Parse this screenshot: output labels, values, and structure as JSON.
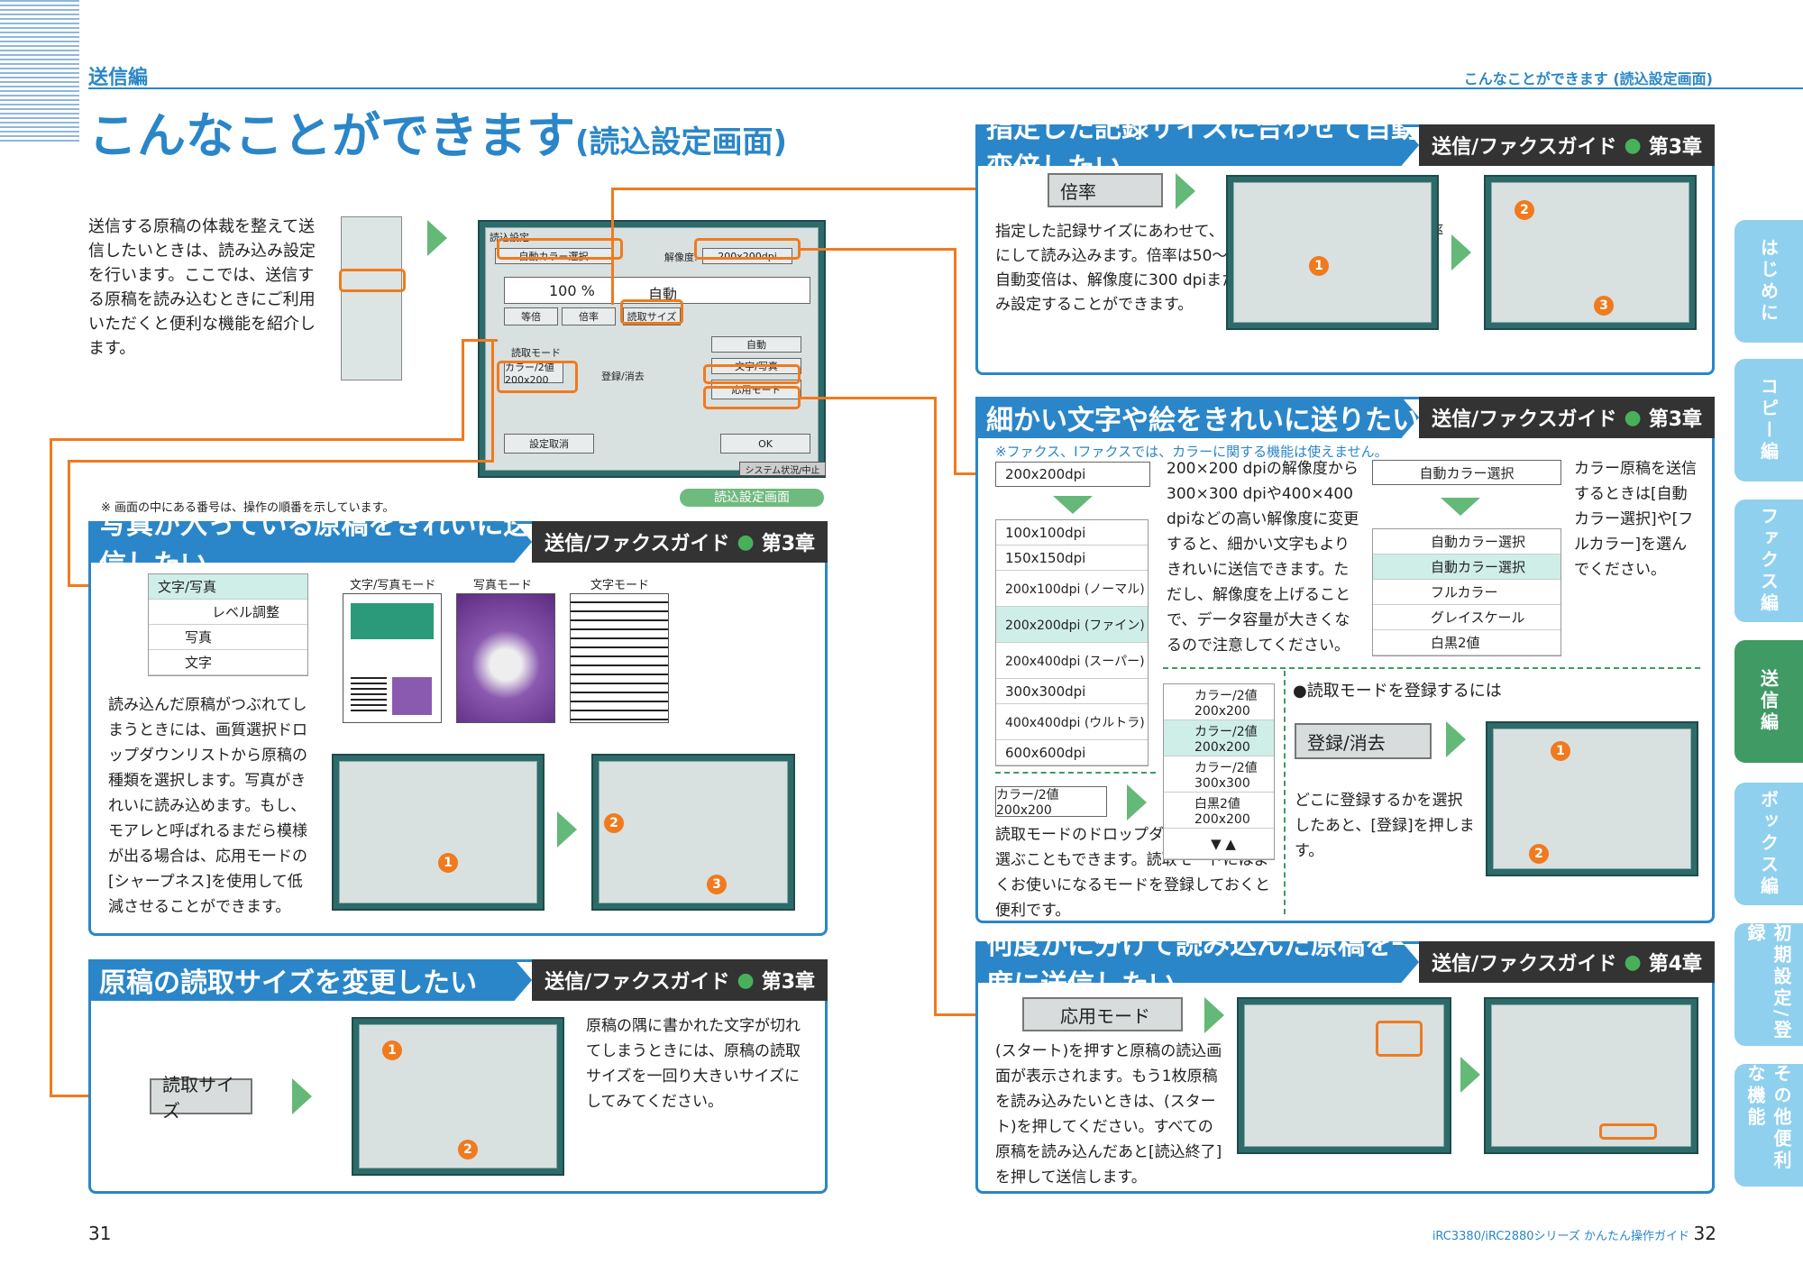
{
  "header": {
    "section": "送信編",
    "title_main": "こんなことができます",
    "title_sub": "(読込設定画面)",
    "right_header": "こんなことができます (読込設定画面)"
  },
  "intro": {
    "text": "送信する原稿の体裁を整えて送信したいときは、読み込み設定を行います。ここでは、送信する原稿を読み込むときにご利用いただくと便利な機能を紹介します。"
  },
  "main_screen": {
    "title": "読込設定",
    "color_select": "自動カラー選択",
    "resolution_label": "解像度:",
    "resolution": "200x200dpi",
    "ratio_label": "倍率",
    "size_label": "読取サイズ",
    "ratio_value": "100 %",
    "size_value": "自動",
    "btn_same": "等倍",
    "btn_ratio": "倍率",
    "btn_size": "読取サイズ",
    "mode_label": "読取モード",
    "mode_value": "カラー/2値 200x200",
    "register": "登録/消去",
    "auto": "自動",
    "text_photo": "文字/写真",
    "app_mode": "応用モード",
    "cancel": "設定取消",
    "ok": "OK",
    "status": "システム状況/中止",
    "caption": "読込設定画面"
  },
  "note": "※ 画面の中にある番号は、操作の順番を示しています。",
  "sec_photo": {
    "title": "写真が入っている原稿をきれいに送信したい",
    "guide": "送信/ファクスガイド",
    "chapter": "第3章",
    "dropdown": [
      "文字/写真",
      "レベル調整",
      "写真",
      "文字"
    ],
    "modes": [
      "文字/写真モード",
      "写真モード",
      "文字モード"
    ],
    "text": "読み込んだ原稿がつぶれてしまうときには、画質選択ドロップダウンリストから原稿の種類を選択します。写真がきれいに読み込めます。もし、モアレと呼ばれるまだら模様が出る場合は、応用モードの[シャープネス]を使用して低減させることができます。"
  },
  "sec_size": {
    "title": "原稿の読取サイズを変更したい",
    "guide": "送信/ファクスガイド",
    "chapter": "第3章",
    "button": "読取サイズ",
    "text": "原稿の隅に書かれた文字が切れてしまうときには、原稿の読取サイズを一回り大きいサイズにしてみてください。"
  },
  "sec_ratio": {
    "title": "指定した記録サイズに合わせて自動変倍したい",
    "guide": "送信/ファクスガイド",
    "chapter": "第3章",
    "button": "倍率",
    "text": "指定した記録サイズにあわせて、自動的に原稿のタテ/ヨコを倍率にして読み込みます。倍率は50〜200%の範囲で設定されます。自動変倍は、解像度に300 dpiまたは600 dpiを選択した場合のみ設定することができます。"
  },
  "sec_fine": {
    "title": "細かい文字や絵をきれいに送りたい",
    "guide": "送信/ファクスガイド",
    "chapter": "第3章",
    "note": "※ファクス、Iファクスでは、カラーに関する機能は使えません。",
    "res_selected": "200x200dpi",
    "res_list": [
      "100x100dpi",
      "150x150dpi",
      "200x100dpi (ノーマル)",
      "200x200dpi (ファイン)",
      "200x400dpi (スーパー)",
      "300x300dpi",
      "400x400dpi (ウルトラ)",
      "600x600dpi"
    ],
    "res_text": "200×200 dpiの解像度から300×300 dpiや400×400 dpiなどの高い解像度に変更すると、細かい文字もよりきれいに送信できます。ただし、解像度を上げることで、データ容量が大きくなるので注意してください。",
    "color_selected": "自動カラー選択",
    "color_list": [
      "自動カラー選択",
      "自動カラー選択",
      "フルカラー",
      "グレイスケール",
      "白黒2値"
    ],
    "color_text": "カラー原稿を送信するときは[自動カラー選択]や[フルカラー]を選んでください。",
    "mode_selected": "カラー/2値 200x200",
    "mode_text": "読取モードのドロップダウンリストから選ぶこともできます。読取モードにはよくお使いになるモードを登録しておくと便利です。",
    "mode_list": [
      "カラー/2値 200x200",
      "カラー/2値 200x200",
      "カラー/2値 300x300",
      "白黒2値 200x200"
    ],
    "register_title": "●読取モードを登録するには",
    "register_button": "登録/消去",
    "register_text": "どこに登録するかを選択したあと、[登録]を押します。"
  },
  "sec_multi": {
    "title": "何度かに分けて読み込んだ原稿を一度に送信したい",
    "guide": "送信/ファクスガイド",
    "chapter": "第4章",
    "button": "応用モード",
    "text": "(スタート)を押すと原稿の読込画面が表示されます。もう1枚原稿を読み込みたいときは、(スタート)を押してください。すべての原稿を読み込んだあと[読込終了]を押して送信します。"
  },
  "tabs": [
    "はじめに",
    "コピー編",
    "ファクス編",
    "送信編",
    "ボックス編",
    "初期設定/登録",
    "その他便利な機能"
  ],
  "tab_colors": [
    "#8fd0ee",
    "#8fd0ee",
    "#8fd0ee",
    "#3f9a64",
    "#8fd0ee",
    "#8fd0ee",
    "#8fd0ee"
  ],
  "footer": {
    "page_left": "31",
    "page_right": "32",
    "model": "iRC3380/iRC2880シリーズ かんたん操作ガイド"
  },
  "colors": {
    "accent": "#2a86c8",
    "orange": "#f07a1e",
    "green": "#64b878",
    "dark": "#333333"
  }
}
